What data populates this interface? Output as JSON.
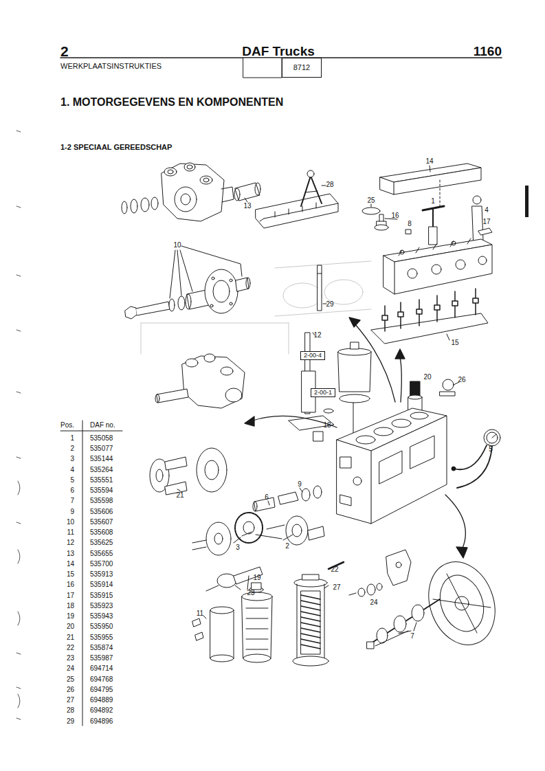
{
  "diagram": {
    "title": "1. MOTORGEGEVENS EN KOMPONENTEN",
    "nodes": [
      {
        "text": [
          "8712"
        ]
      },
      {
        "text": [
          "2-00-4"
        ]
      },
      {
        "text": [
          "2-00-1"
        ]
      }
    ],
    "labels": [
      "2",
      "DAF Trucks",
      "1160",
      "WERKPLAATSINSTRUKTIES",
      "1-2 SPECIAAL GEREEDSCHAP",
      "13",
      "28",
      "14",
      "25",
      "16",
      "8",
      "1",
      "4",
      "17",
      "10",
      "29",
      "15",
      "12",
      "20",
      "26",
      "18",
      "5",
      "6",
      "9",
      "21",
      "3",
      "2",
      "22",
      "24",
      "23",
      "11",
      "19",
      "27",
      "7",
      "Pos.",
      "DAF no.",
      "1",
      "535058",
      "2",
      "535077",
      "3",
      "535144",
      "4",
      "535264",
      "5",
      "535551",
      "6",
      "535594",
      "7",
      "535598",
      "9",
      "535606",
      "10",
      "535607",
      "11",
      "535608",
      "12",
      "535625",
      "13",
      "535655",
      "14",
      "535700",
      "15",
      "535913",
      "16",
      "535914",
      "17",
      "535915",
      "18",
      "535923",
      "19",
      "535943",
      "20",
      "535950",
      "21",
      "535955",
      "22",
      "535874",
      "23",
      "535987",
      "24",
      "694714",
      "25",
      "694768",
      "26",
      "694795",
      "27",
      "694889",
      "28",
      "694892",
      "29",
      "694896"
    ]
  }
}
